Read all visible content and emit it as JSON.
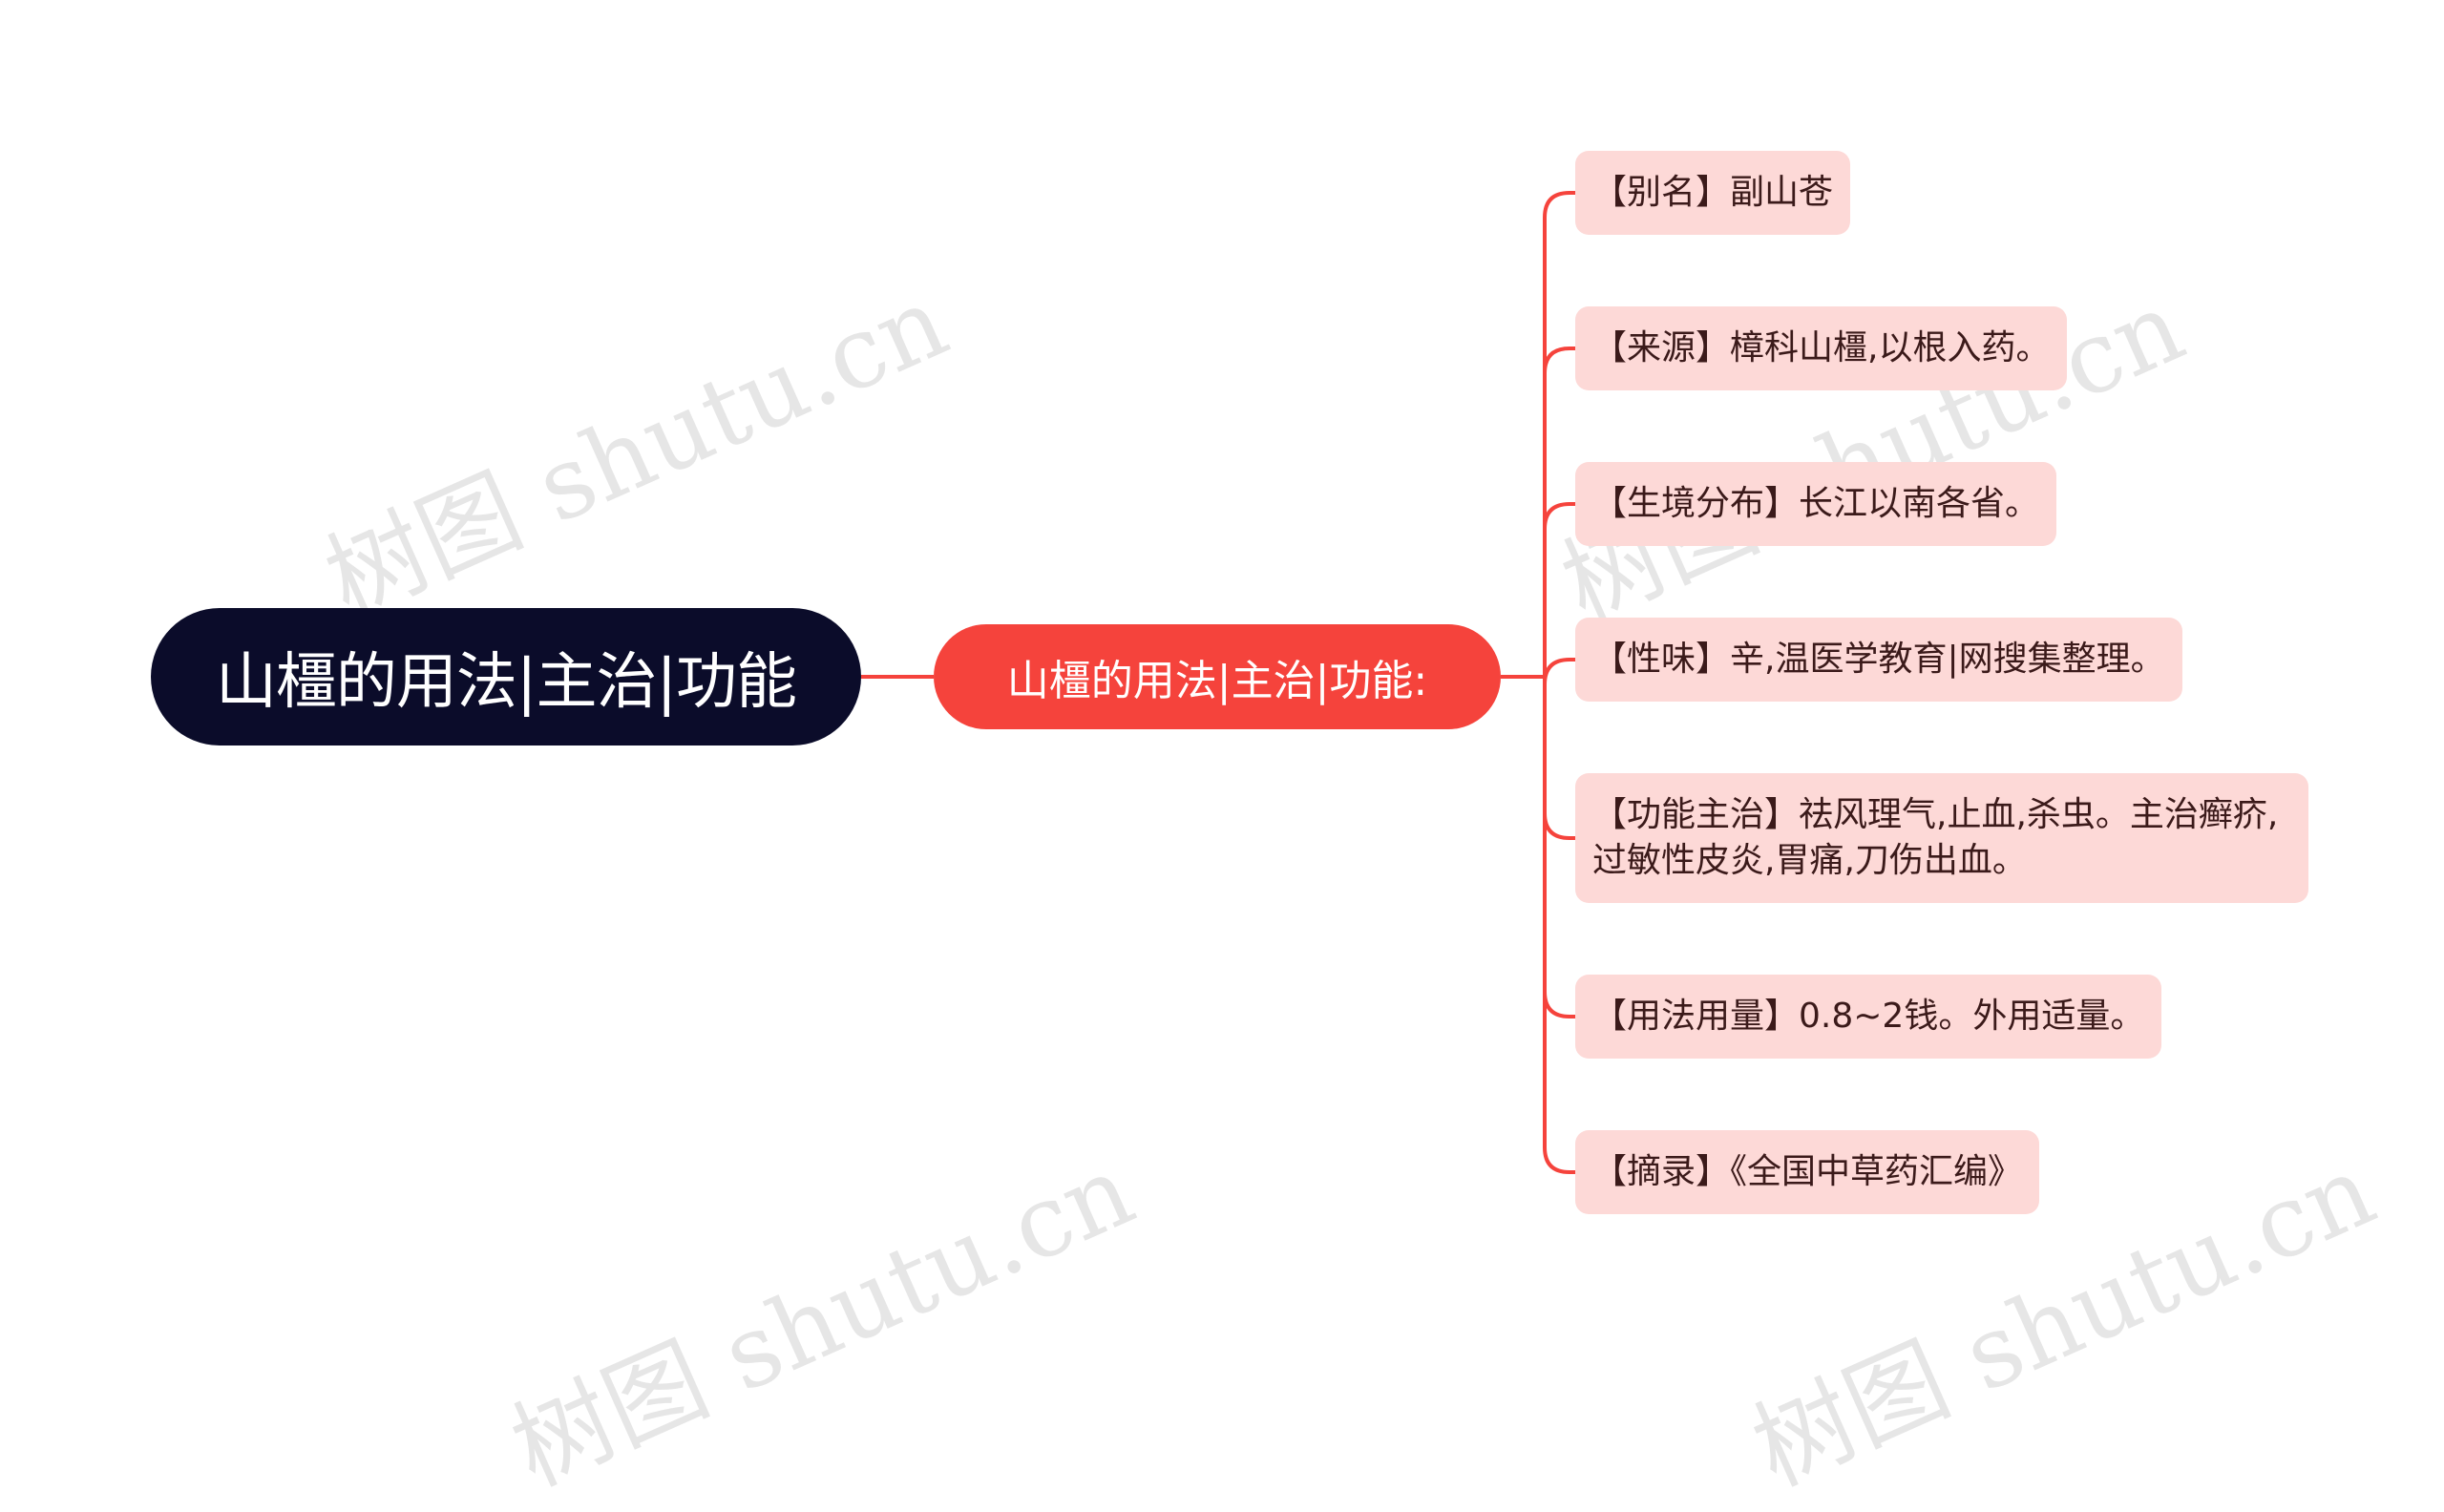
{
  "root": {
    "label": "山橿的用法|主治|功能"
  },
  "branch": {
    "label": "山橿的用法|主治|功能:"
  },
  "leaves": [
    {
      "label": "【别名】副山苍"
    },
    {
      "label": "【来源】樟科山橿,以根入药。"
    },
    {
      "label": "【生境分布】长江以南各省。"
    },
    {
      "label": "【性味】辛,温医学教育|网搜集整理。"
    },
    {
      "label": "【功能主治】祛风理气,止血,杀虫。主治癣疥,过敏性皮炎,胃痛,刀伤出血。"
    },
    {
      "label": "【用法用量】0.8~2钱。外用适量。"
    },
    {
      "label": "【摘录】《全国中草药汇编》"
    }
  ],
  "watermark": "树图 shutu.cn",
  "colors": {
    "root_bg": "#0b0c2a",
    "branch_bg": "#f5433c",
    "leaf_bg": "#fdd9d7",
    "connector": "#f5433c"
  }
}
